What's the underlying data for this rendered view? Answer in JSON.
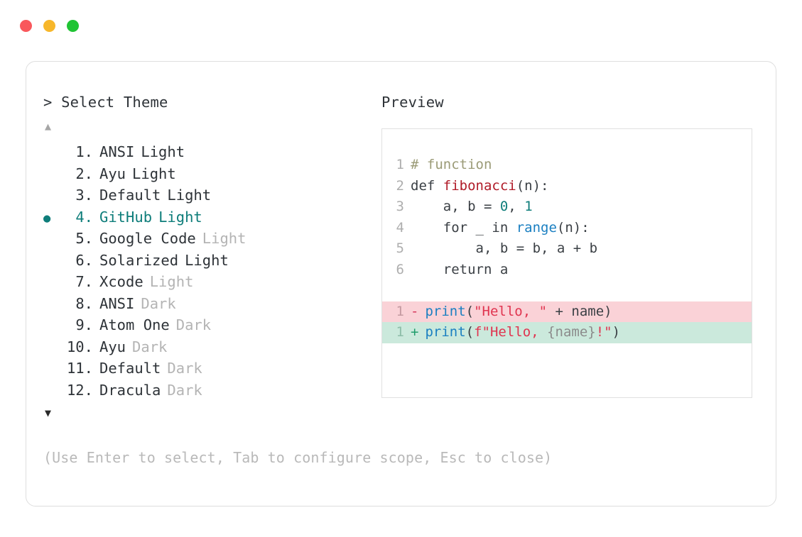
{
  "window": {
    "traffic_lights": [
      {
        "name": "close",
        "color": "#f9585c"
      },
      {
        "name": "minimize",
        "color": "#f7b72b"
      },
      {
        "name": "maximize",
        "color": "#20c434"
      }
    ]
  },
  "picker": {
    "prompt": "> Select Theme",
    "scroll_up_indicator": "▲",
    "scroll_down_indicator": "▼",
    "selected_index": 4,
    "selected_color": "#0e7d7a",
    "bullet_glyph": "●",
    "items": [
      {
        "index": "1.",
        "name": "ANSI",
        "suffix": "Light",
        "suffix_dim": false,
        "selected": false
      },
      {
        "index": "2.",
        "name": "Ayu",
        "suffix": "Light",
        "suffix_dim": false,
        "selected": false
      },
      {
        "index": "3.",
        "name": "Default",
        "suffix": "Light",
        "suffix_dim": false,
        "selected": false
      },
      {
        "index": "4.",
        "name": "GitHub",
        "suffix": "Light",
        "suffix_dim": false,
        "selected": true
      },
      {
        "index": "5.",
        "name": "Google Code",
        "suffix": "Light",
        "suffix_dim": true,
        "selected": false
      },
      {
        "index": "6.",
        "name": "Solarized",
        "suffix": "Light",
        "suffix_dim": false,
        "selected": false
      },
      {
        "index": "7.",
        "name": "Xcode",
        "suffix": "Light",
        "suffix_dim": true,
        "selected": false
      },
      {
        "index": "8.",
        "name": "ANSI",
        "suffix": "Dark",
        "suffix_dim": true,
        "selected": false
      },
      {
        "index": "9.",
        "name": "Atom One",
        "suffix": "Dark",
        "suffix_dim": true,
        "selected": false
      },
      {
        "index": "10.",
        "name": "Ayu",
        "suffix": "Dark",
        "suffix_dim": true,
        "selected": false
      },
      {
        "index": "11.",
        "name": "Default",
        "suffix": "Dark",
        "suffix_dim": true,
        "selected": false
      },
      {
        "index": "12.",
        "name": "Dracula",
        "suffix": "Dark",
        "suffix_dim": true,
        "selected": false
      }
    ],
    "hint": "(Use Enter to select, Tab to configure scope, Esc to close)"
  },
  "preview": {
    "title": "Preview",
    "code_lines": [
      {
        "lno": "1",
        "tokens": [
          {
            "t": "# function",
            "c": "comment"
          }
        ]
      },
      {
        "lno": "2",
        "tokens": [
          {
            "t": "def ",
            "c": "kw"
          },
          {
            "t": "fibonacci",
            "c": "fn"
          },
          {
            "t": "(n):",
            "c": "plain"
          }
        ]
      },
      {
        "lno": "3",
        "tokens": [
          {
            "t": "    a, b = ",
            "c": "plain"
          },
          {
            "t": "0",
            "c": "num"
          },
          {
            "t": ", ",
            "c": "plain"
          },
          {
            "t": "1",
            "c": "num"
          }
        ]
      },
      {
        "lno": "4",
        "tokens": [
          {
            "t": "    for _ in ",
            "c": "plain"
          },
          {
            "t": "range",
            "c": "builtin"
          },
          {
            "t": "(n):",
            "c": "plain"
          }
        ]
      },
      {
        "lno": "5",
        "tokens": [
          {
            "t": "        a, b = b, a + b",
            "c": "plain"
          }
        ]
      },
      {
        "lno": "6",
        "tokens": [
          {
            "t": "    return a",
            "c": "plain"
          }
        ]
      }
    ],
    "diff_lines": [
      {
        "lno": "1",
        "kind": "del",
        "mark": "-",
        "tokens": [
          {
            "t": "print",
            "c": "builtin"
          },
          {
            "t": "(",
            "c": "plain"
          },
          {
            "t": "\"Hello, \"",
            "c": "str"
          },
          {
            "t": " + name)",
            "c": "plain"
          }
        ]
      },
      {
        "lno": "1",
        "kind": "add",
        "mark": "+",
        "tokens": [
          {
            "t": "print",
            "c": "builtin"
          },
          {
            "t": "(",
            "c": "plain"
          },
          {
            "t": "f\"Hello, ",
            "c": "str"
          },
          {
            "t": "{name}",
            "c": "interp"
          },
          {
            "t": "!\"",
            "c": "str"
          },
          {
            "t": ")",
            "c": "plain"
          }
        ]
      }
    ]
  }
}
